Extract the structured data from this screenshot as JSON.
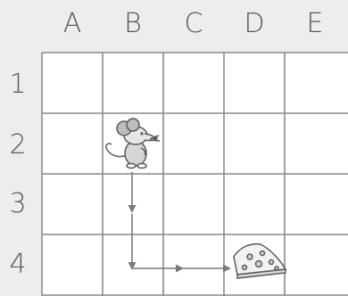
{
  "grid": {
    "columns": [
      "A",
      "B",
      "C",
      "D",
      "E"
    ],
    "rows": [
      "1",
      "2",
      "3",
      "4"
    ]
  },
  "mouse": {
    "column": "B",
    "row": "2",
    "icon": "mouse-icon"
  },
  "cheese": {
    "column": "D",
    "row": "4",
    "icon": "cheese-icon"
  },
  "path": [
    "B2",
    "B3",
    "B4",
    "C4",
    "D4"
  ],
  "colors": {
    "grid_line": "#8a8a8a",
    "cell": "#ffffff",
    "arrow": "#7a7a7a",
    "label": "#5a5a5a"
  }
}
